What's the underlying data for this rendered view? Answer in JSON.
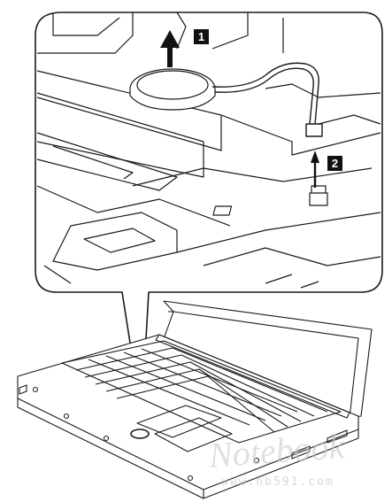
{
  "steps": [
    {
      "number": "1"
    },
    {
      "number": "2"
    }
  ],
  "watermark": {
    "logo_text": "Notebook",
    "url": "www.nb591.com"
  },
  "colors": {
    "line": "#1a1a1a",
    "badge_fill": "#111111",
    "badge_text": "#ffffff",
    "watermark": "#c8c8c8"
  }
}
